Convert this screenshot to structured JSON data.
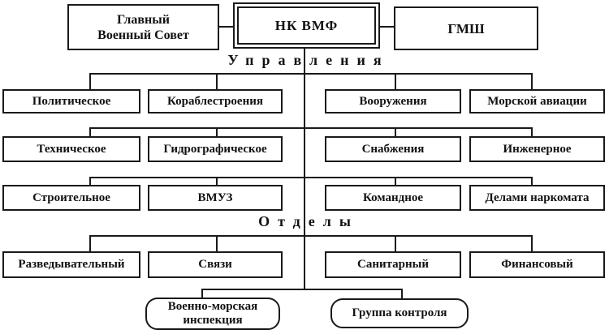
{
  "diagram": {
    "top_row": {
      "left_box": {
        "line1": "Главный",
        "line2": "Военный Совет"
      },
      "center_box": {
        "label": "НК ВМФ"
      },
      "right_box": {
        "label": "ГМШ"
      }
    },
    "section_upravleniya": {
      "label": "Управления",
      "rows": [
        {
          "cells": [
            "Политическое",
            "Кораблестроения",
            "Вооружения",
            "Морской авиации"
          ]
        },
        {
          "cells": [
            "Техническое",
            "Гидрографическое",
            "Снабжения",
            "Инженерное"
          ]
        },
        {
          "cells": [
            "Строительное",
            "ВМУЗ",
            "Командное",
            "Делами наркомата"
          ]
        }
      ]
    },
    "section_otdely": {
      "label": "Отделы",
      "rows": [
        {
          "cells": [
            "Разведывательный",
            "Связи",
            "Санитарный",
            "Финансовый"
          ]
        }
      ]
    },
    "bottom_row": {
      "left_box": {
        "line1": "Военно-морская",
        "line2": "инспекция"
      },
      "right_box": {
        "label": "Группа контроля"
      }
    },
    "colors": {
      "line": "#1a1a1a",
      "background": "#ffffff",
      "text": "#111111"
    }
  }
}
